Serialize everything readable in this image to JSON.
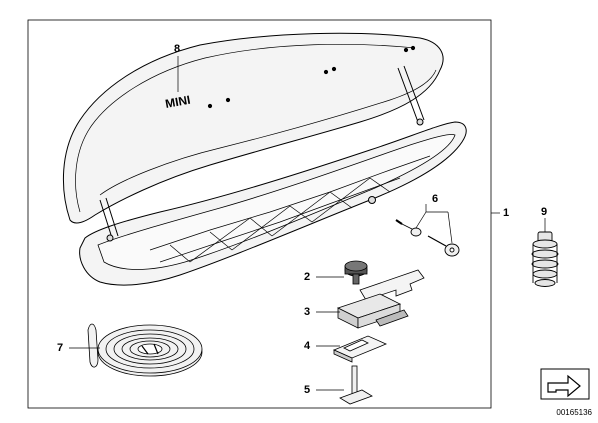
{
  "diagram": {
    "callouts": {
      "c1": "1",
      "c2": "2",
      "c3": "3",
      "c4": "4",
      "c5": "5",
      "c6": "6",
      "c7": "7",
      "c8": "8",
      "c9": "9"
    },
    "brand_text": "MINI",
    "doc_number": "00165136",
    "icons": [
      "navigation-arrow-icon"
    ]
  }
}
